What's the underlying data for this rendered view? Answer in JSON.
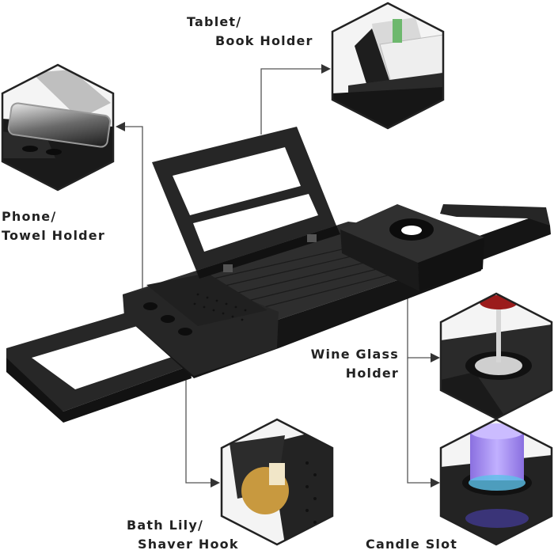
{
  "labels": {
    "tablet": {
      "line1": "Tablet/",
      "line2": "Book Holder"
    },
    "phone": {
      "line1": "Phone/",
      "line2": "Towel Holder"
    },
    "wine": {
      "line1": "Wine Glass",
      "line2": "Holder"
    },
    "lily": {
      "line1": "Bath Lily/",
      "line2": "Shaver Hook"
    },
    "candle": {
      "line1": "Candle Slot"
    }
  },
  "colors": {
    "wood": "#2b2b2b",
    "wood_dark": "#161616",
    "wood_light": "#3c3c3c",
    "callout_line": "#555555",
    "wine": "#9b1b1b",
    "candle": "#a78ff0",
    "lily": "#c8993f"
  }
}
